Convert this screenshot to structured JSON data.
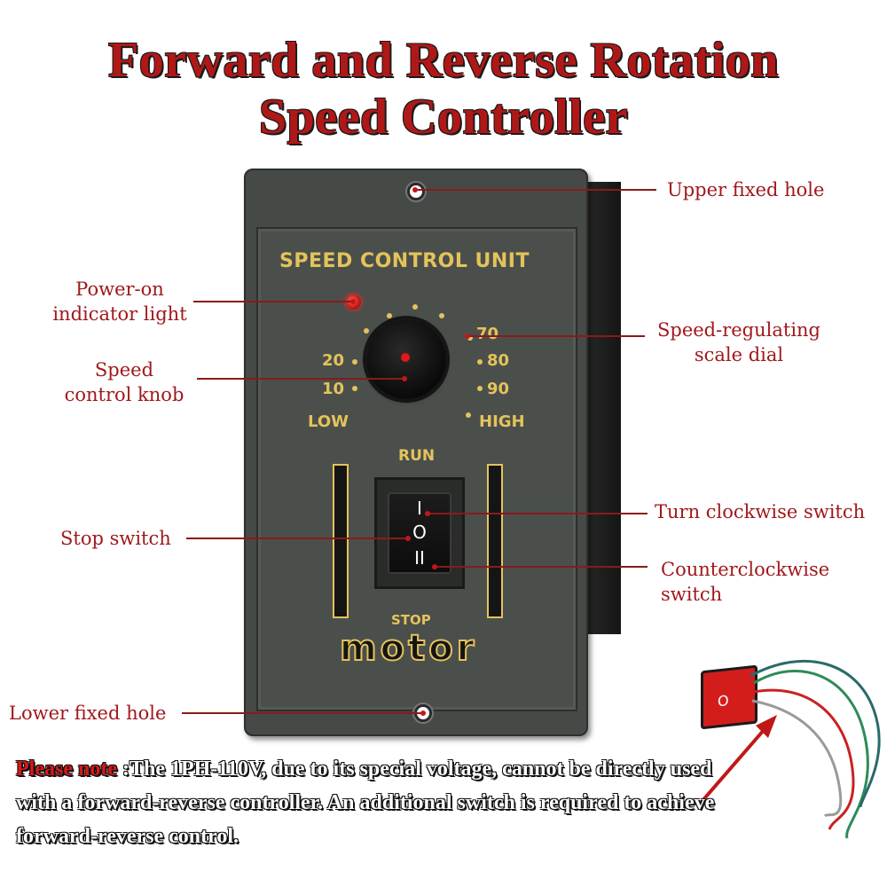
{
  "title": {
    "line1": "Forward and Reverse Rotation",
    "line2": "Speed Controller"
  },
  "callouts": {
    "upper_hole": "Upper fixed hole",
    "power_on_line1": "Power-on",
    "power_on_line2": "indicator light",
    "scale_dial_line1": "Speed-regulating",
    "scale_dial_line2": "scale dial",
    "knob_line1": "Speed",
    "knob_line2": "control knob",
    "stop_switch": "Stop switch",
    "clockwise": "Turn clockwise switch",
    "ccw_line1": "Counterclockwise",
    "ccw_line2": "switch",
    "lower_hole": "Lower fixed hole"
  },
  "device": {
    "unit_label": "SPEED CONTROL UNIT",
    "ticks": {
      "t20": "20",
      "t10": "10",
      "low": "LOW",
      "t70": "70",
      "t80": "80",
      "t90": "90",
      "high": "HIGH"
    },
    "run_label": "RUN",
    "rocker_top": "I",
    "rocker_mid": "O",
    "rocker_bottom": "II",
    "stop_label": "STOP",
    "brand": "motor"
  },
  "note": {
    "highlight": "Please note",
    "text": " :The 1PH-110V, due to its special voltage, cannot be directly used with a forward-reverse controller. An additional switch is required to achieve forward-reverse control."
  },
  "mini_switch": {
    "mark": "O"
  },
  "colors": {
    "title": "#b01818",
    "callout": "#a0181c",
    "gold_print": "#e4c35a",
    "panel": "#464a47",
    "note_highlight": "#d81818"
  }
}
